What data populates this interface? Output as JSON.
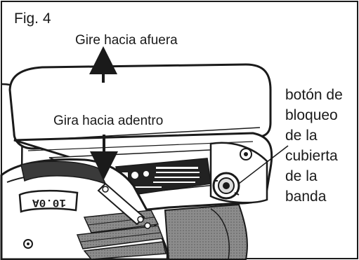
{
  "figure": {
    "label": "Fig. 4"
  },
  "annotations": {
    "outward": "Gire hacia afuera",
    "inward": "Gira hacia adentro"
  },
  "callout": {
    "lines": [
      "botón de",
      "bloqueo",
      "de la",
      "cubierta",
      "de la",
      "banda"
    ]
  },
  "device": {
    "display_text": "10.0A"
  },
  "colors": {
    "ink": "#1a1a1a",
    "background": "#ffffff",
    "shade": "#9a9a9a",
    "dark": "#3a3a3a"
  }
}
